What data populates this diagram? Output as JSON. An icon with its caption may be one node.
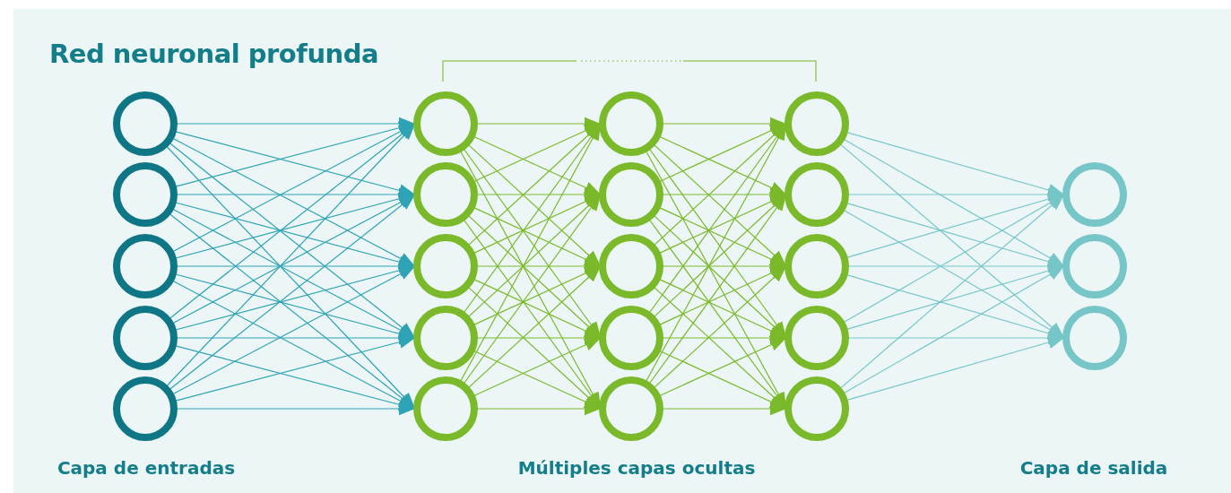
{
  "diagram": {
    "title": "Red neuronal profunda",
    "nodes": [
      {
        "text": [],
        "shape": "circle"
      },
      {
        "text": [],
        "shape": "circle"
      },
      {
        "text": [],
        "shape": "circle"
      },
      {
        "text": [],
        "shape": "circle"
      },
      {
        "text": [],
        "shape": "circle"
      },
      {
        "text": [],
        "shape": "circle"
      },
      {
        "text": [],
        "shape": "circle"
      },
      {
        "text": [],
        "shape": "circle"
      },
      {
        "text": [],
        "shape": "circle"
      },
      {
        "text": [],
        "shape": "circle"
      },
      {
        "text": [],
        "shape": "circle"
      },
      {
        "text": [],
        "shape": "circle"
      },
      {
        "text": [],
        "shape": "circle"
      },
      {
        "text": [],
        "shape": "circle"
      },
      {
        "text": [],
        "shape": "circle"
      },
      {
        "text": [],
        "shape": "circle"
      },
      {
        "text": [],
        "shape": "circle"
      },
      {
        "text": [],
        "shape": "circle"
      },
      {
        "text": [],
        "shape": "circle"
      },
      {
        "text": [],
        "shape": "circle"
      },
      {
        "text": [],
        "shape": "circle"
      },
      {
        "text": [],
        "shape": "circle"
      },
      {
        "text": [],
        "shape": "circle"
      }
    ],
    "edges": [
      {
        "from": 0,
        "to": 5,
        "arrow": "to",
        "color": "#2ea3b5"
      },
      {
        "from": 0,
        "to": 6,
        "arrow": "to",
        "color": "#2ea3b5"
      },
      {
        "from": 0,
        "to": 7,
        "arrow": "to",
        "color": "#2ea3b5"
      },
      {
        "from": 0,
        "to": 8,
        "arrow": "to",
        "color": "#2ea3b5"
      },
      {
        "from": 0,
        "to": 9,
        "arrow": "to",
        "color": "#2ea3b5"
      },
      {
        "from": 1,
        "to": 5,
        "arrow": "to",
        "color": "#2ea3b5"
      },
      {
        "from": 1,
        "to": 6,
        "arrow": "to",
        "color": "#2ea3b5"
      },
      {
        "from": 1,
        "to": 7,
        "arrow": "to",
        "color": "#2ea3b5"
      },
      {
        "from": 1,
        "to": 8,
        "arrow": "to",
        "color": "#2ea3b5"
      },
      {
        "from": 1,
        "to": 9,
        "arrow": "to",
        "color": "#2ea3b5"
      },
      {
        "from": 2,
        "to": 5,
        "arrow": "to",
        "color": "#2ea3b5"
      },
      {
        "from": 2,
        "to": 6,
        "arrow": "to",
        "color": "#2ea3b5"
      },
      {
        "from": 2,
        "to": 7,
        "arrow": "to",
        "color": "#2ea3b5"
      },
      {
        "from": 2,
        "to": 8,
        "arrow": "to",
        "color": "#2ea3b5"
      },
      {
        "from": 2,
        "to": 9,
        "arrow": "to",
        "color": "#2ea3b5"
      },
      {
        "from": 3,
        "to": 5,
        "arrow": "to",
        "color": "#2ea3b5"
      },
      {
        "from": 3,
        "to": 6,
        "arrow": "to",
        "color": "#2ea3b5"
      },
      {
        "from": 3,
        "to": 7,
        "arrow": "to",
        "color": "#2ea3b5"
      },
      {
        "from": 3,
        "to": 8,
        "arrow": "to",
        "color": "#2ea3b5"
      },
      {
        "from": 3,
        "to": 9,
        "arrow": "to",
        "color": "#2ea3b5"
      },
      {
        "from": 4,
        "to": 5,
        "arrow": "to",
        "color": "#2ea3b5"
      },
      {
        "from": 4,
        "to": 6,
        "arrow": "to",
        "color": "#2ea3b5"
      },
      {
        "from": 4,
        "to": 7,
        "arrow": "to",
        "color": "#2ea3b5"
      },
      {
        "from": 4,
        "to": 8,
        "arrow": "to",
        "color": "#2ea3b5"
      },
      {
        "from": 4,
        "to": 9,
        "arrow": "to",
        "color": "#2ea3b5"
      },
      {
        "from": 5,
        "to": 10,
        "arrow": "to"
      },
      {
        "from": 5,
        "to": 11,
        "arrow": "to"
      },
      {
        "from": 5,
        "to": 12,
        "arrow": "to"
      },
      {
        "from": 5,
        "to": 13,
        "arrow": "to"
      },
      {
        "from": 5,
        "to": 14,
        "arrow": "to"
      },
      {
        "from": 6,
        "to": 10,
        "arrow": "to"
      },
      {
        "from": 6,
        "to": 11,
        "arrow": "to"
      },
      {
        "from": 6,
        "to": 12,
        "arrow": "to"
      },
      {
        "from": 6,
        "to": 13,
        "arrow": "to"
      },
      {
        "from": 6,
        "to": 14,
        "arrow": "to"
      },
      {
        "from": 7,
        "to": 10,
        "arrow": "to"
      },
      {
        "from": 7,
        "to": 11,
        "arrow": "to"
      },
      {
        "from": 7,
        "to": 12,
        "arrow": "to"
      },
      {
        "from": 7,
        "to": 13,
        "arrow": "to"
      },
      {
        "from": 7,
        "to": 14,
        "arrow": "to"
      },
      {
        "from": 8,
        "to": 10,
        "arrow": "to"
      },
      {
        "from": 8,
        "to": 11,
        "arrow": "to"
      },
      {
        "from": 8,
        "to": 12,
        "arrow": "to"
      },
      {
        "from": 8,
        "to": 13,
        "arrow": "to"
      },
      {
        "from": 8,
        "to": 14,
        "arrow": "to"
      },
      {
        "from": 9,
        "to": 10,
        "arrow": "to"
      },
      {
        "from": 9,
        "to": 11,
        "arrow": "to"
      },
      {
        "from": 9,
        "to": 12,
        "arrow": "to"
      },
      {
        "from": 9,
        "to": 13,
        "arrow": "to"
      },
      {
        "from": 9,
        "to": 14,
        "arrow": "to"
      },
      {
        "from": 10,
        "to": 15,
        "arrow": "to"
      },
      {
        "from": 10,
        "to": 16,
        "arrow": "to"
      },
      {
        "from": 10,
        "to": 17,
        "arrow": "to"
      },
      {
        "from": 10,
        "to": 18,
        "arrow": "to"
      },
      {
        "from": 10,
        "to": 19,
        "arrow": "to"
      },
      {
        "from": 11,
        "to": 15,
        "arrow": "to"
      },
      {
        "from": 11,
        "to": 16,
        "arrow": "to"
      },
      {
        "from": 11,
        "to": 17,
        "arrow": "to"
      },
      {
        "from": 11,
        "to": 18,
        "arrow": "to"
      },
      {
        "from": 11,
        "to": 19,
        "arrow": "to"
      },
      {
        "from": 12,
        "to": 15,
        "arrow": "to"
      },
      {
        "from": 12,
        "to": 16,
        "arrow": "to"
      },
      {
        "from": 12,
        "to": 17,
        "arrow": "to"
      },
      {
        "from": 12,
        "to": 18,
        "arrow": "to"
      },
      {
        "from": 12,
        "to": 19,
        "arrow": "to"
      },
      {
        "from": 13,
        "to": 15,
        "arrow": "to"
      },
      {
        "from": 13,
        "to": 16,
        "arrow": "to"
      },
      {
        "from": 13,
        "to": 17,
        "arrow": "to"
      },
      {
        "from": 13,
        "to": 18,
        "arrow": "to"
      },
      {
        "from": 13,
        "to": 19,
        "arrow": "to"
      },
      {
        "from": 14,
        "to": 15,
        "arrow": "to"
      },
      {
        "from": 14,
        "to": 16,
        "arrow": "to"
      },
      {
        "from": 14,
        "to": 17,
        "arrow": "to"
      },
      {
        "from": 14,
        "to": 18,
        "arrow": "to"
      },
      {
        "from": 14,
        "to": 19,
        "arrow": "to"
      },
      {
        "from": 15,
        "to": 20,
        "arrow": "to",
        "color": "#76c6c8"
      },
      {
        "from": 15,
        "to": 21,
        "arrow": "to",
        "color": "#76c6c8"
      },
      {
        "from": 15,
        "to": 22,
        "arrow": "to",
        "color": "#76c6c8"
      },
      {
        "from": 16,
        "to": 20,
        "arrow": "to",
        "color": "#76c6c8"
      },
      {
        "from": 16,
        "to": 21,
        "arrow": "to",
        "color": "#76c6c8"
      },
      {
        "from": 16,
        "to": 22,
        "arrow": "to",
        "color": "#76c6c8"
      },
      {
        "from": 17,
        "to": 20,
        "arrow": "to",
        "color": "#76c6c8"
      },
      {
        "from": 17,
        "to": 21,
        "arrow": "to",
        "color": "#76c6c8"
      },
      {
        "from": 17,
        "to": 22,
        "arrow": "to",
        "color": "#76c6c8"
      },
      {
        "from": 18,
        "to": 20,
        "arrow": "to",
        "color": "#76c6c8"
      },
      {
        "from": 18,
        "to": 21,
        "arrow": "to",
        "color": "#76c6c8"
      },
      {
        "from": 18,
        "to": 22,
        "arrow": "to",
        "color": "#76c6c8"
      },
      {
        "from": 19,
        "to": 20,
        "arrow": "to",
        "color": "#76c6c8"
      },
      {
        "from": 19,
        "to": 21,
        "arrow": "to",
        "color": "#76c6c8"
      },
      {
        "from": 19,
        "to": 22,
        "arrow": "to",
        "color": "#76c6c8"
      }
    ],
    "labels": [
      "Capa de entradas",
      "Múltiples capas ocultas",
      "Capa de salida"
    ]
  }
}
